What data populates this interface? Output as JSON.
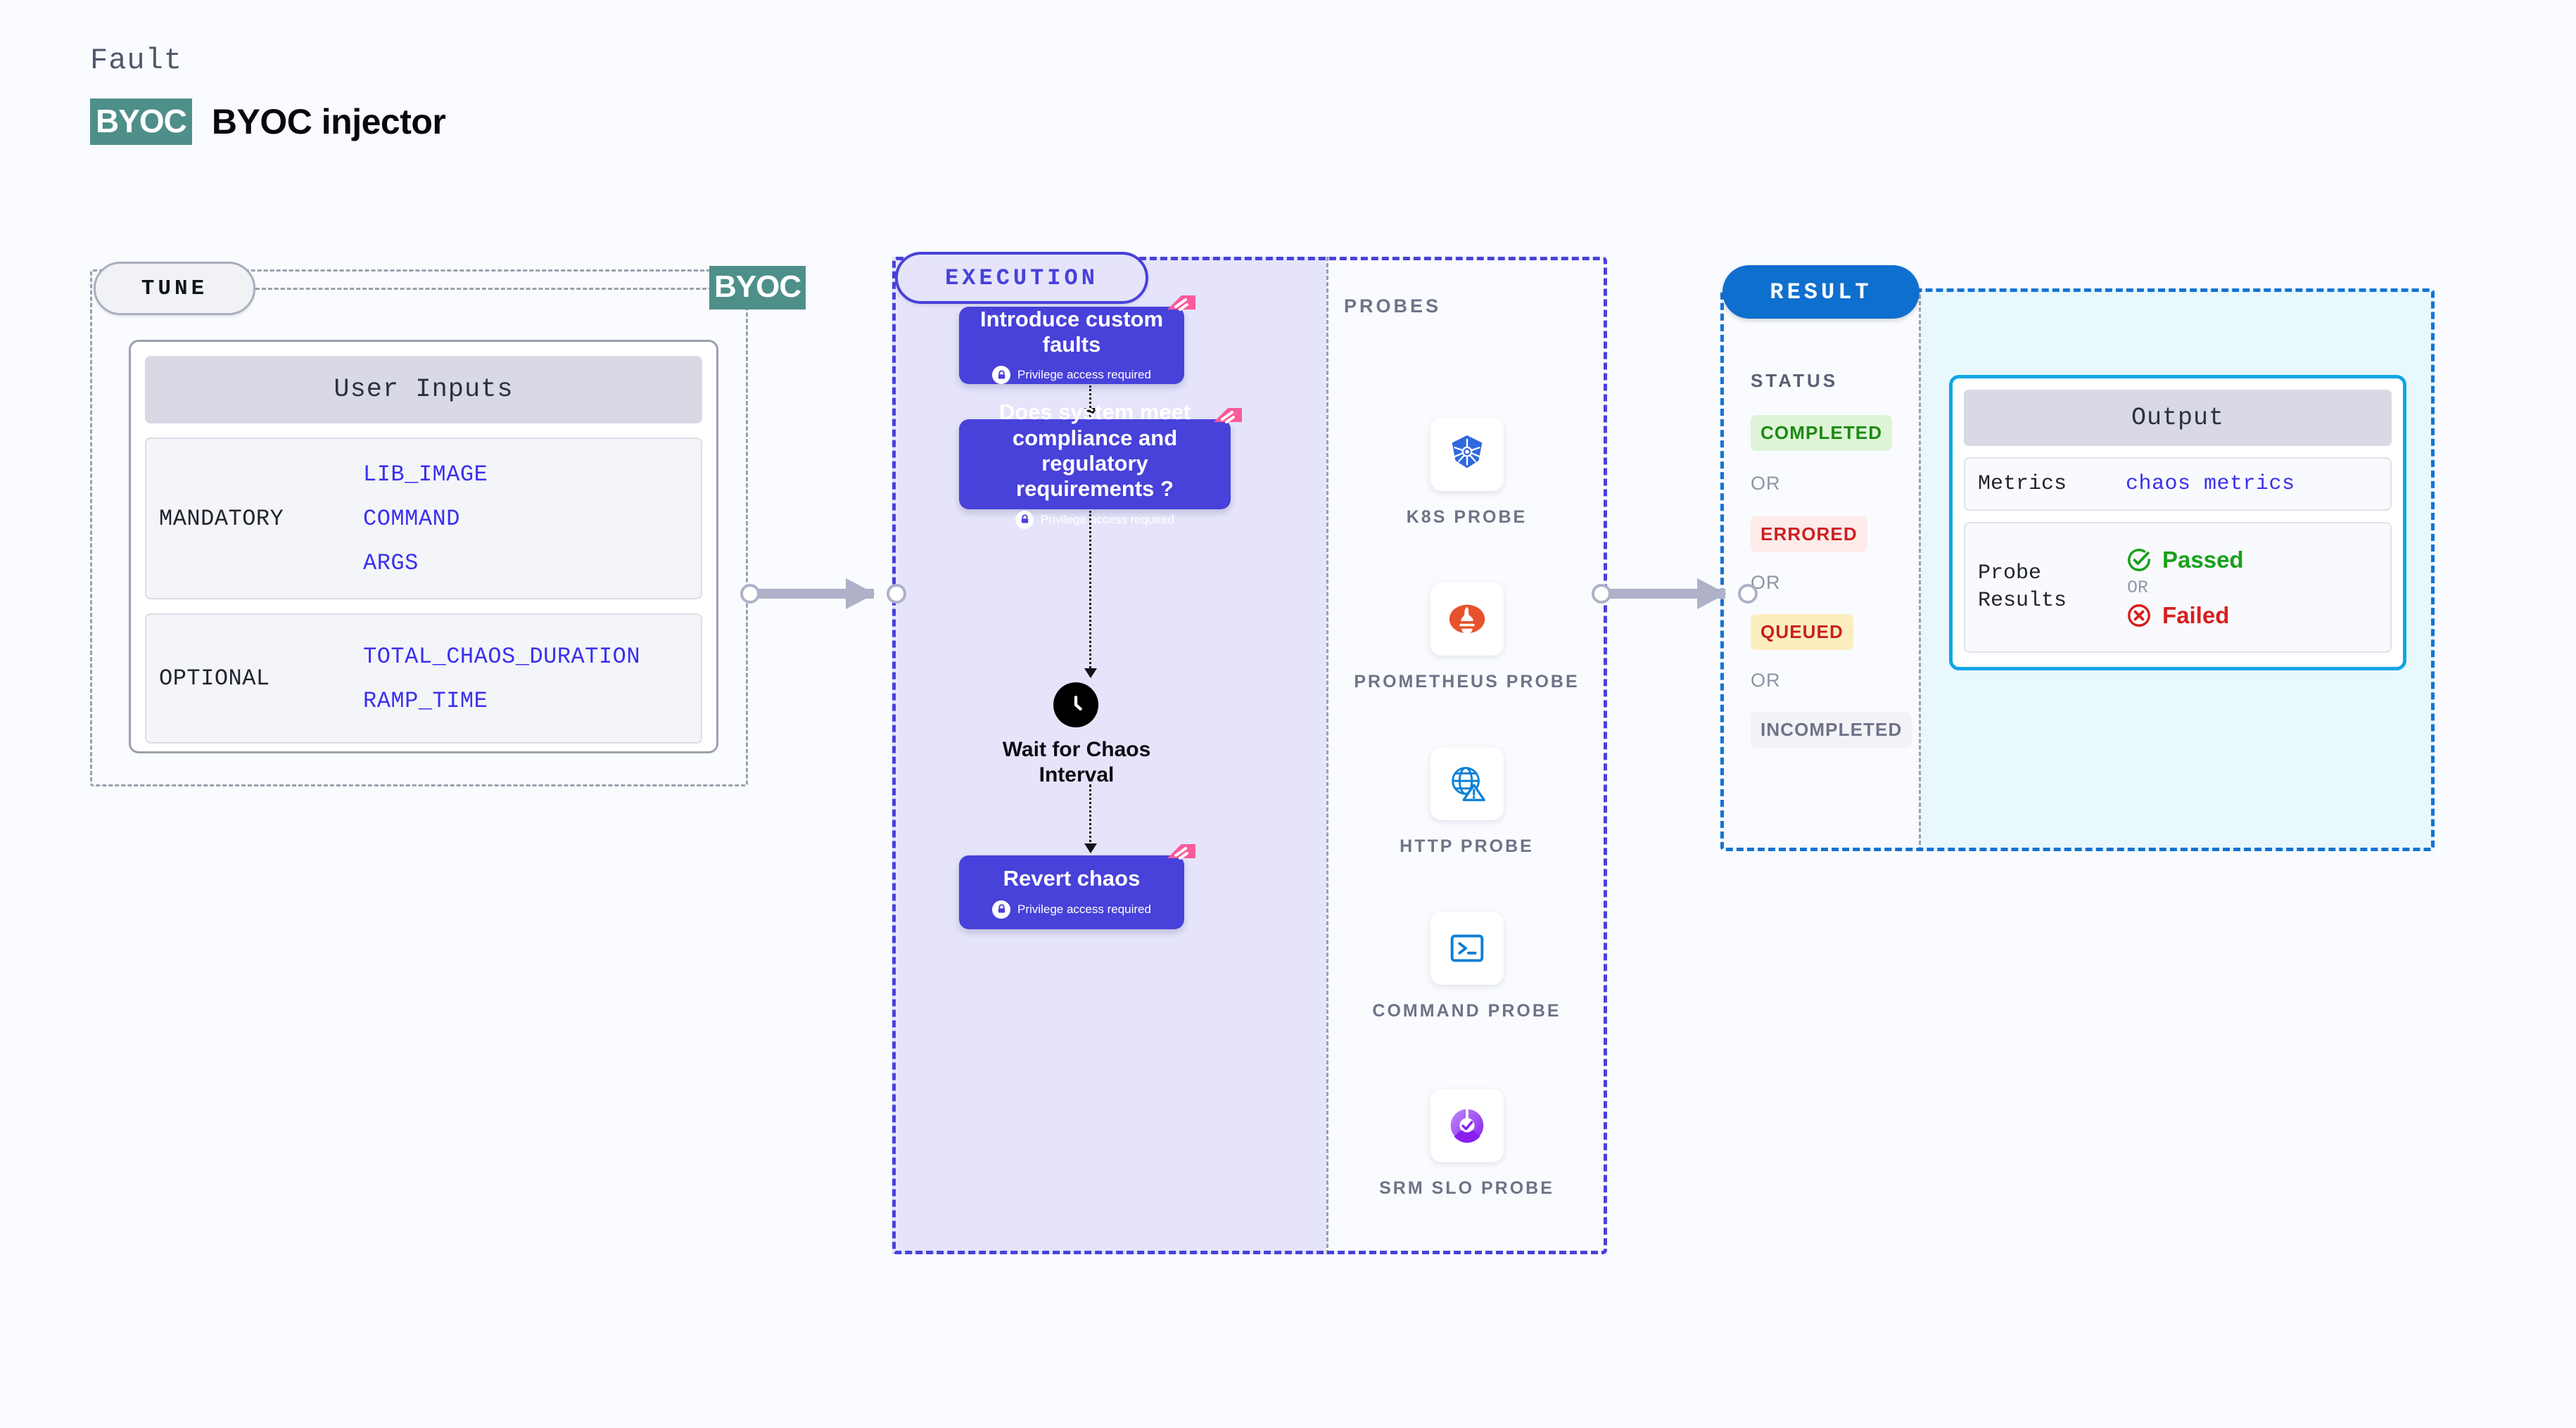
{
  "header": {
    "kicker": "Fault",
    "badge": "BYOC",
    "title": "BYOC injector"
  },
  "tune": {
    "pill_label": "TUNE",
    "byoc_chip": "BYOC",
    "card_title": "User Inputs",
    "groups": [
      {
        "label": "MANDATORY",
        "values": [
          "LIB_IMAGE",
          "COMMAND",
          "ARGS"
        ]
      },
      {
        "label": "OPTIONAL",
        "values": [
          "TOTAL_CHAOS_DURATION",
          "RAMP_TIME"
        ]
      }
    ]
  },
  "execution": {
    "pill_label": "EXECUTION",
    "privilege_note": "Privilege access required",
    "nodes": [
      {
        "title": "Introduce custom faults",
        "privileged": true
      },
      {
        "title": "Does system meet compliance and regulatory requirements ?",
        "privileged": true
      },
      {
        "title": "Wait for Chaos Interval",
        "privileged": false
      },
      {
        "title": "Revert chaos",
        "privileged": true
      }
    ]
  },
  "probes": {
    "title": "PROBES",
    "items": [
      {
        "name": "K8S  PROBE",
        "icon": "kubernetes-icon"
      },
      {
        "name": "PROMETHEUS PROBE",
        "icon": "prometheus-icon"
      },
      {
        "name": "HTTP  PROBE",
        "icon": "http-globe-icon"
      },
      {
        "name": "COMMAND PROBE",
        "icon": "terminal-icon"
      },
      {
        "name": "SRM SLO PROBE",
        "icon": "srm-slo-icon"
      }
    ]
  },
  "result": {
    "pill_label": "RESULT",
    "status_title": "STATUS",
    "or_label": "OR",
    "statuses": [
      {
        "label": "COMPLETED",
        "bg": "#ddf5d6",
        "fg": "#1d8a16"
      },
      {
        "label": "ERRORED",
        "bg": "#fdecea",
        "fg": "#cb2222"
      },
      {
        "label": "QUEUED",
        "bg": "#fdeebf",
        "fg": "#c92020"
      },
      {
        "label": "INCOMPLETED",
        "bg": "#f2f2f7",
        "fg": "#6e7387"
      }
    ],
    "output": {
      "title": "Output",
      "metrics_label": "Metrics",
      "metrics_value": "chaos metrics",
      "probe_results_label": "Probe Results",
      "passed_label": "Passed",
      "or_label": "OR",
      "failed_label": "Failed"
    }
  },
  "colors": {
    "page_bg": "#f9fbfe",
    "execution_accent": "#4841da",
    "execution_fill": "#e5e4fb",
    "result_accent": "#1573d4",
    "result_fill": "#e9f8fd",
    "output_border": "#11a6e4",
    "byoc_teal": "#4e8f8a",
    "chaos_pink": "#fb5a9a",
    "input_value_blue": "#3a30ee",
    "muted_gray": "#9aa0ad"
  }
}
